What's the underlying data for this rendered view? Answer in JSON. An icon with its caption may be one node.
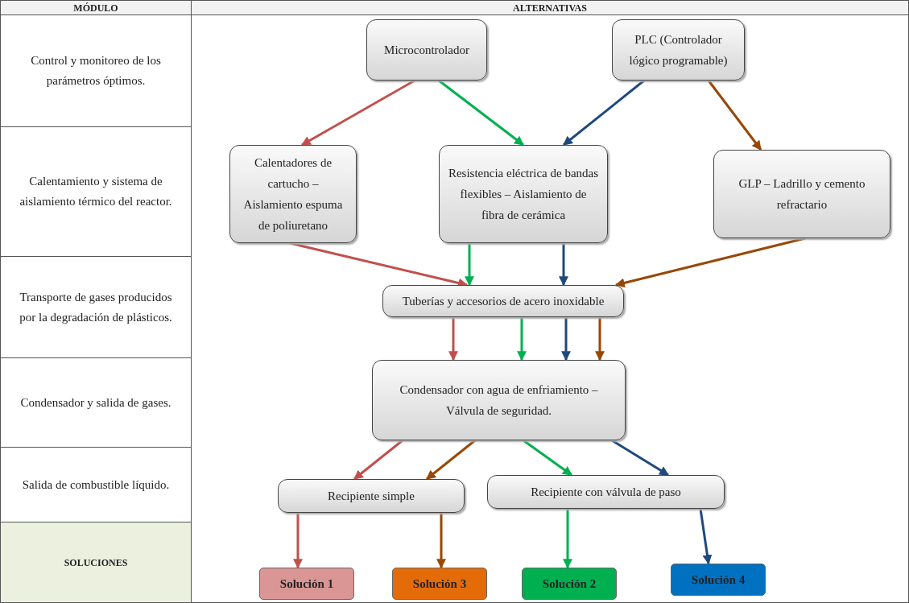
{
  "diagram": {
    "nodes": [
      {
        "text": [
          "Microcontrolador"
        ]
      },
      {
        "text": [
          "PLC (Controlador lógico programable)"
        ]
      },
      {
        "text": [
          "Calentadores de cartucho – Aislamiento espuma de poliuretano"
        ]
      },
      {
        "text": [
          "Resistencia eléctrica de bandas flexibles – Aislamiento de fibra de cerámica"
        ]
      },
      {
        "text": [
          "GLP – Ladrillo y cemento refractario"
        ]
      },
      {
        "text": [
          "Tuberías y accesorios de acero inoxidable"
        ]
      },
      {
        "text": [
          "Condensador con agua de enfriamiento – Válvula de seguridad."
        ]
      },
      {
        "text": [
          "Recipiente simple"
        ]
      },
      {
        "text": [
          "Recipiente con válvula de paso"
        ]
      },
      {
        "text": [
          "Solución 1"
        ]
      },
      {
        "text": [
          "Solución 3"
        ]
      },
      {
        "text": [
          "Solución 2"
        ]
      },
      {
        "text": [
          "Solución 4"
        ]
      }
    ],
    "edges": [
      {
        "from": 0,
        "to": 2,
        "arrow": "to",
        "color": "#c0504d"
      },
      {
        "from": 0,
        "to": 3,
        "arrow": "to",
        "color": "#00b050"
      },
      {
        "from": 1,
        "to": 3,
        "arrow": "to",
        "color": "#1f497d"
      },
      {
        "from": 1,
        "to": 4,
        "arrow": "to",
        "color": "#984806"
      },
      {
        "from": 2,
        "to": 5,
        "arrow": "to",
        "color": "#c0504d"
      },
      {
        "from": 3,
        "to": 5,
        "arrow": "to",
        "color": "#00b050"
      },
      {
        "from": 3,
        "to": 5,
        "arrow": "to",
        "color": "#1f497d"
      },
      {
        "from": 4,
        "to": 5,
        "arrow": "to",
        "color": "#984806"
      },
      {
        "from": 5,
        "to": 6,
        "arrow": "to",
        "color": "#c0504d"
      },
      {
        "from": 5,
        "to": 6,
        "arrow": "to",
        "color": "#00b050"
      },
      {
        "from": 5,
        "to": 6,
        "arrow": "to",
        "color": "#1f497d"
      },
      {
        "from": 5,
        "to": 6,
        "arrow": "to",
        "color": "#984806"
      },
      {
        "from": 6,
        "to": 7,
        "arrow": "to",
        "color": "#c0504d"
      },
      {
        "from": 6,
        "to": 7,
        "arrow": "to",
        "color": "#984806"
      },
      {
        "from": 6,
        "to": 8,
        "arrow": "to",
        "color": "#00b050"
      },
      {
        "from": 6,
        "to": 8,
        "arrow": "to",
        "color": "#1f497d"
      },
      {
        "from": 7,
        "to": 9,
        "arrow": "to",
        "color": "#c0504d"
      },
      {
        "from": 7,
        "to": 10,
        "arrow": "to",
        "color": "#984806"
      },
      {
        "from": 8,
        "to": 11,
        "arrow": "to",
        "color": "#00b050"
      },
      {
        "from": 8,
        "to": 12,
        "arrow": "to",
        "color": "#1f497d"
      }
    ],
    "labels": [
      "MÓDULO",
      "ALTERNATIVAS",
      "Control y monitoreo de los parámetros óptimos.",
      "Calentamiento y sistema de aislamiento térmico del reactor.",
      "Transporte de gases producidos por la degradación de plásticos.",
      "Condensador y salida de gases.",
      "Salida de combustible líquido.",
      "SOLUCIONES"
    ]
  }
}
